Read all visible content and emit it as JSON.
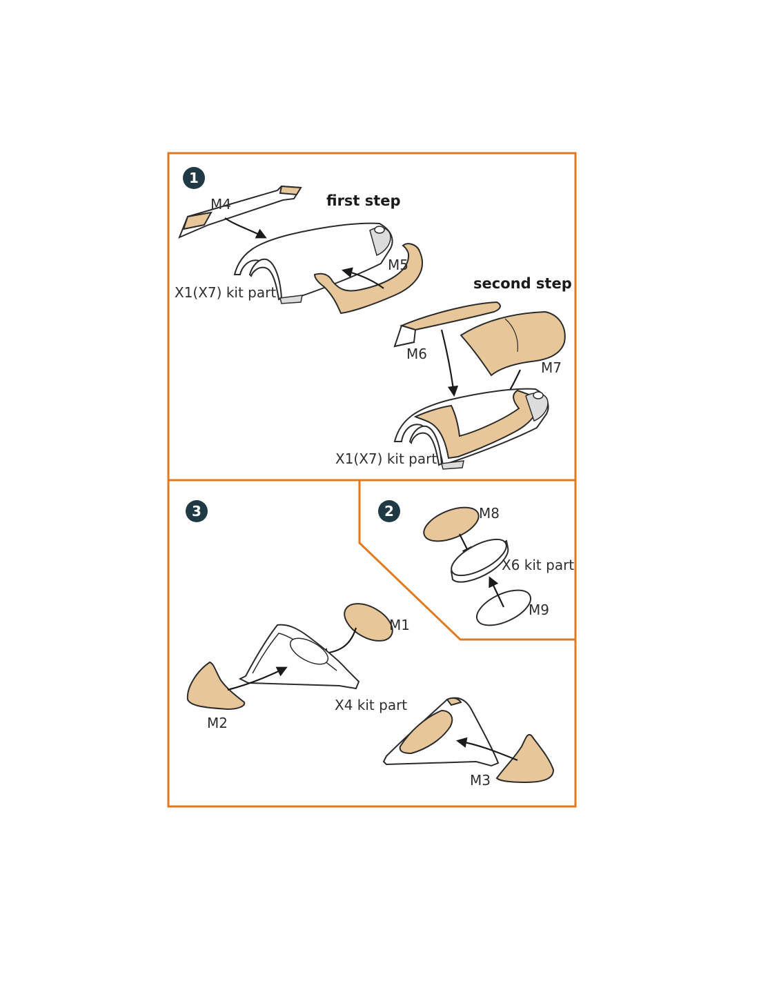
{
  "colors": {
    "frame": "#e07a1f",
    "badge": "#1f3a44",
    "mask": "#e7c79a",
    "ink": "#2a2a2a"
  },
  "sections": {
    "s1": {
      "badge": "1",
      "first_step": "first step",
      "second_step": "second step",
      "m4": "M4",
      "m5": "M5",
      "m6": "M6",
      "m7": "M7",
      "kit_a": "X1(X7) kit part",
      "kit_b": "X1(X7) kit part"
    },
    "s2": {
      "badge": "2",
      "m8": "M8",
      "m9": "M9",
      "kit": "X6 kit part"
    },
    "s3": {
      "badge": "3",
      "m1": "M1",
      "m2": "M2",
      "m3": "M3",
      "kit": "X4 kit part"
    }
  }
}
